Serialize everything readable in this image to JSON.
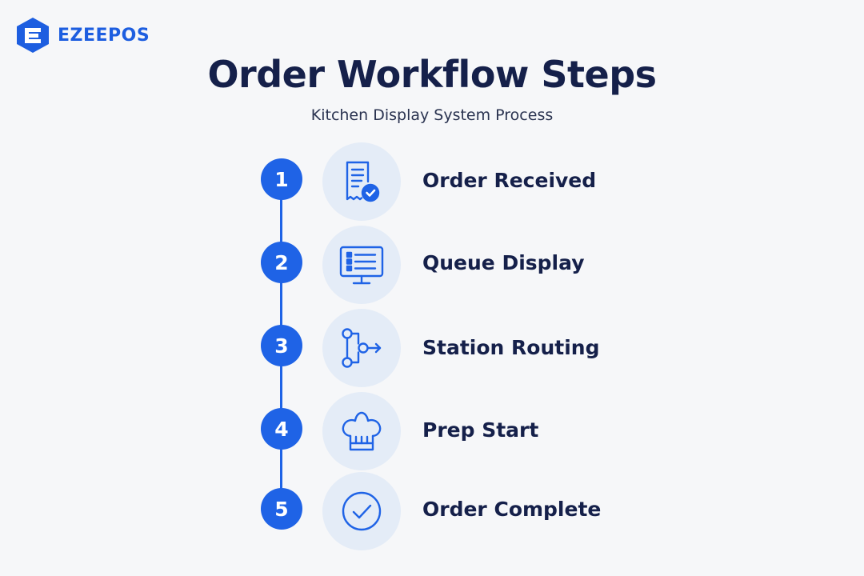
{
  "brand": {
    "name": "EZEEPOS",
    "logo_icon": "ezeepos-logo-icon"
  },
  "title": "Order Workflow Steps",
  "subtitle": "Kitchen Display System Process",
  "colors": {
    "accent": "#1f63e6",
    "icon_bg": "#e4ecf7",
    "text": "#15204a",
    "background": "#f6f7f9"
  },
  "steps": [
    {
      "number": "1",
      "label": "Order Received",
      "icon": "receipt-check-icon"
    },
    {
      "number": "2",
      "label": "Queue Display",
      "icon": "monitor-list-icon"
    },
    {
      "number": "3",
      "label": "Station Routing",
      "icon": "routing-flow-icon"
    },
    {
      "number": "4",
      "label": "Prep Start",
      "icon": "chef-hat-icon"
    },
    {
      "number": "5",
      "label": "Order Complete",
      "icon": "check-circle-icon"
    }
  ]
}
